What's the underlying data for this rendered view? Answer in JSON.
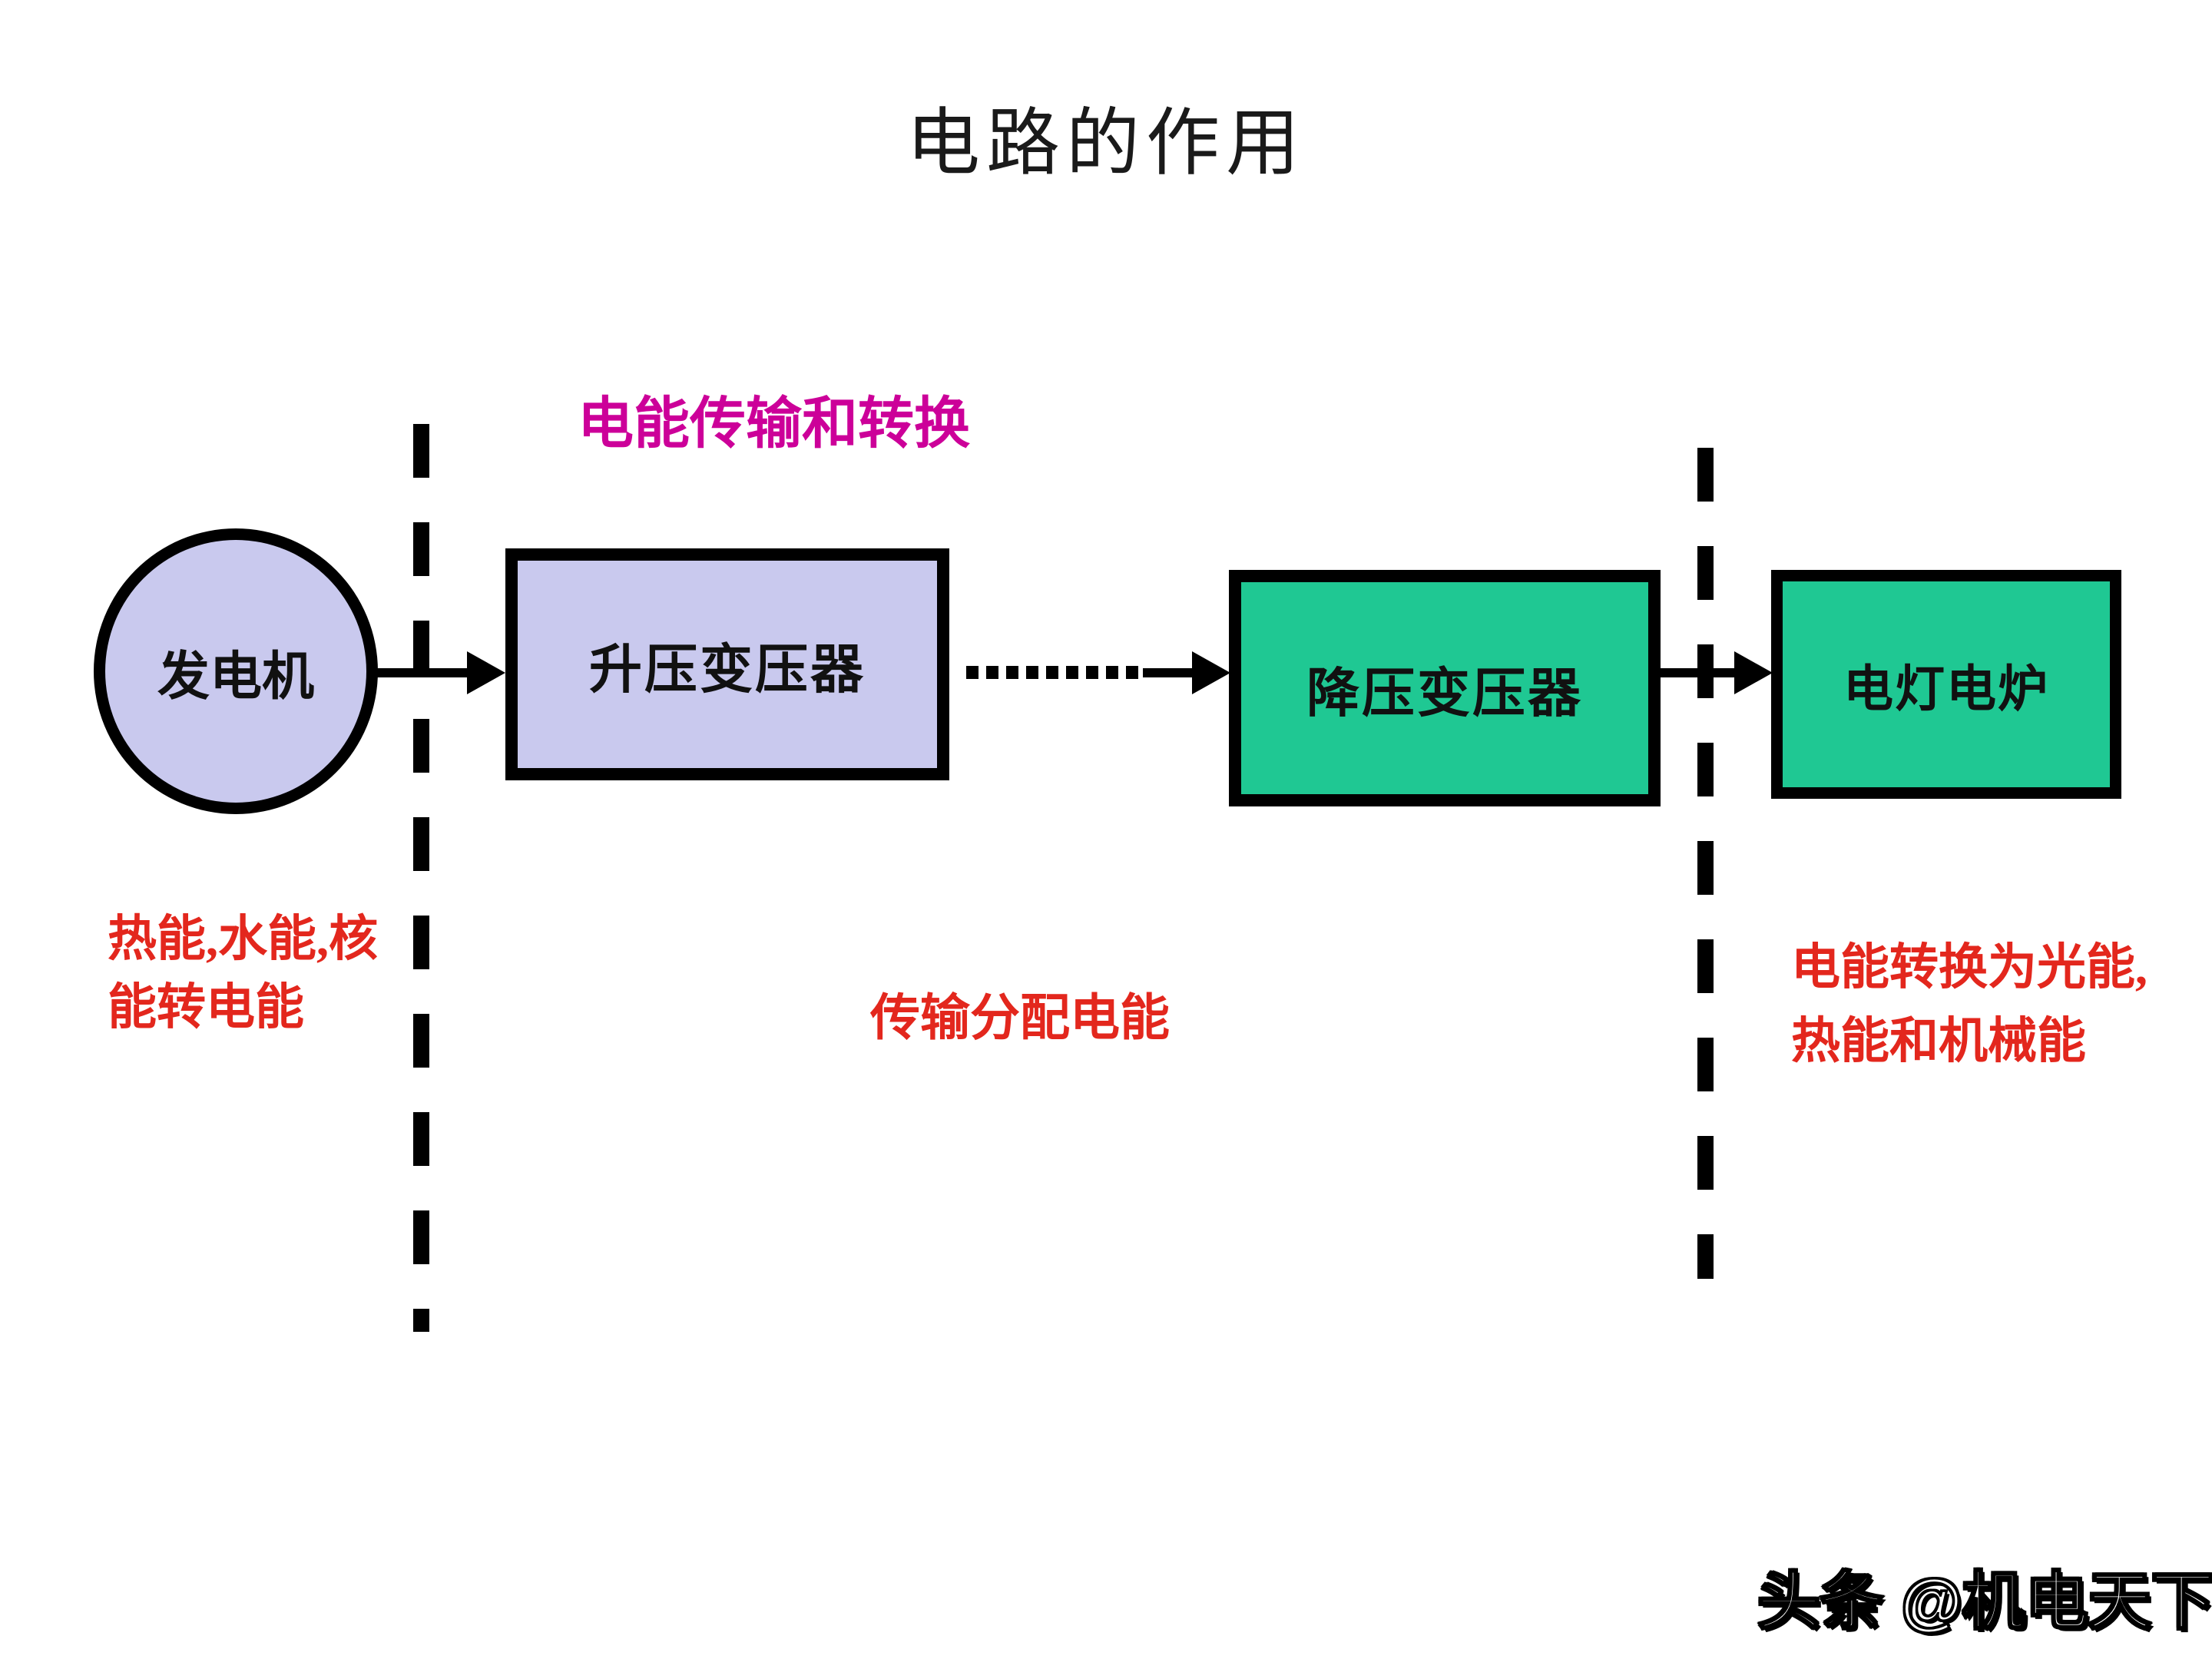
{
  "title": "电路的作用",
  "annotations": {
    "transmission_conversion": "电能传输和转换",
    "generation_line1": "热能,水能,核",
    "generation_line2": "能转电能",
    "distribution": "传输分配电能",
    "consumption_line1": "电能转换为光能,",
    "consumption_line2": "热能和机械能"
  },
  "nodes": {
    "generator": {
      "label": "发电机",
      "fill": "#c9c9ee"
    },
    "step_up_transformer": {
      "label": "升压变压器",
      "fill": "#c9c9ee"
    },
    "step_down_transformer": {
      "label": "降压变压器",
      "fill": "#1fc893"
    },
    "electric_loads": {
      "label": "电灯电炉",
      "fill": "#1fc893"
    }
  },
  "colors": {
    "node_lavender": "#c9c9ee",
    "node_green": "#1fc893",
    "annotation_red": "#e3271d",
    "annotation_magenta": "#cc0099",
    "line_black": "#000000",
    "background": "#ffffff"
  },
  "watermark": "头条 @机电天下"
}
